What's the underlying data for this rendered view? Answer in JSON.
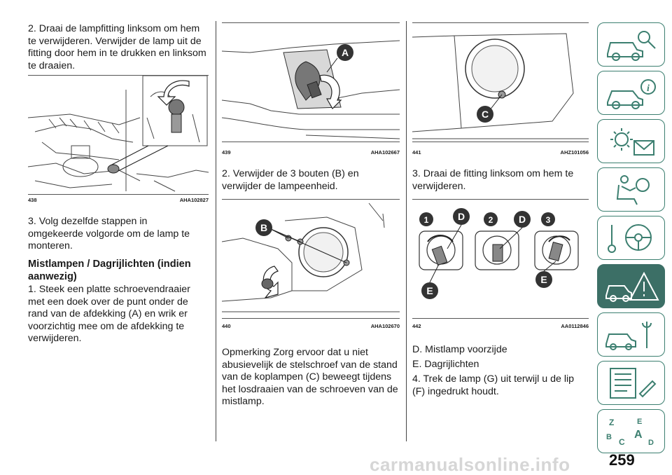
{
  "col1": {
    "p_top": "2. Draai de lampfitting linksom om hem te verwijderen. Verwijder de lamp uit de fitting door hem in te drukken en linksom te draaien.",
    "fig438": {
      "num": "438",
      "code": "AHA102827"
    },
    "p_step3": "3. Volg dezelfde stappen in omgekeerde volgorde om de lamp te monteren.",
    "heading": "Mistlampen / Dagrijlichten (indien aanwezig)",
    "p_step1": "1. Steek een platte schroevendraaier met een doek over de punt onder de rand van de afdekking (A) en wrik er voorzichtig mee om de afdekking te verwijderen."
  },
  "col2": {
    "fig439": {
      "num": "439",
      "code": "AHA102667",
      "label": "A"
    },
    "p_step2": "2. Verwijder de 3 bouten (B) en verwijder de lampeenheid.",
    "fig440": {
      "num": "440",
      "code": "AHA102670",
      "label": "B"
    },
    "p_note": "Opmerking  Zorg ervoor dat u niet abusievelijk de stelschroef van de stand van de koplampen (C) beweegt tijdens het losdraaien van de schroeven van de mistlamp."
  },
  "col3": {
    "fig441": {
      "num": "441",
      "code": "AHZ101056",
      "label": "C"
    },
    "p_step3": "3. Draai de fitting linksom om hem te verwijderen.",
    "fig442": {
      "num": "442",
      "code": "AA0112846",
      "labels": {
        "n1": "1",
        "n2": "2",
        "n3": "3",
        "d": "D",
        "e": "E"
      }
    },
    "p_d": "D. Mistlamp voorzijde",
    "p_e": "E. Dagrijlichten",
    "p_step4": "4. Trek de lamp (G) uit terwijl u de lip (F) ingedrukt houdt."
  },
  "page_number": "259",
  "watermark": "carmanualsonline.info",
  "sidebar": {
    "accent_color": "#3c7f70",
    "active_color": "#3c6f66",
    "tabs": [
      {
        "icon": "car-search-icon"
      },
      {
        "icon": "car-info-icon"
      },
      {
        "icon": "warning-lights-icon"
      },
      {
        "icon": "airbag-seat-icon"
      },
      {
        "icon": "steering-key-icon"
      },
      {
        "icon": "emergency-car-icon",
        "active": true
      },
      {
        "icon": "car-service-icon"
      },
      {
        "icon": "specifications-icon"
      },
      {
        "icon": "index-letters-icon"
      }
    ]
  }
}
